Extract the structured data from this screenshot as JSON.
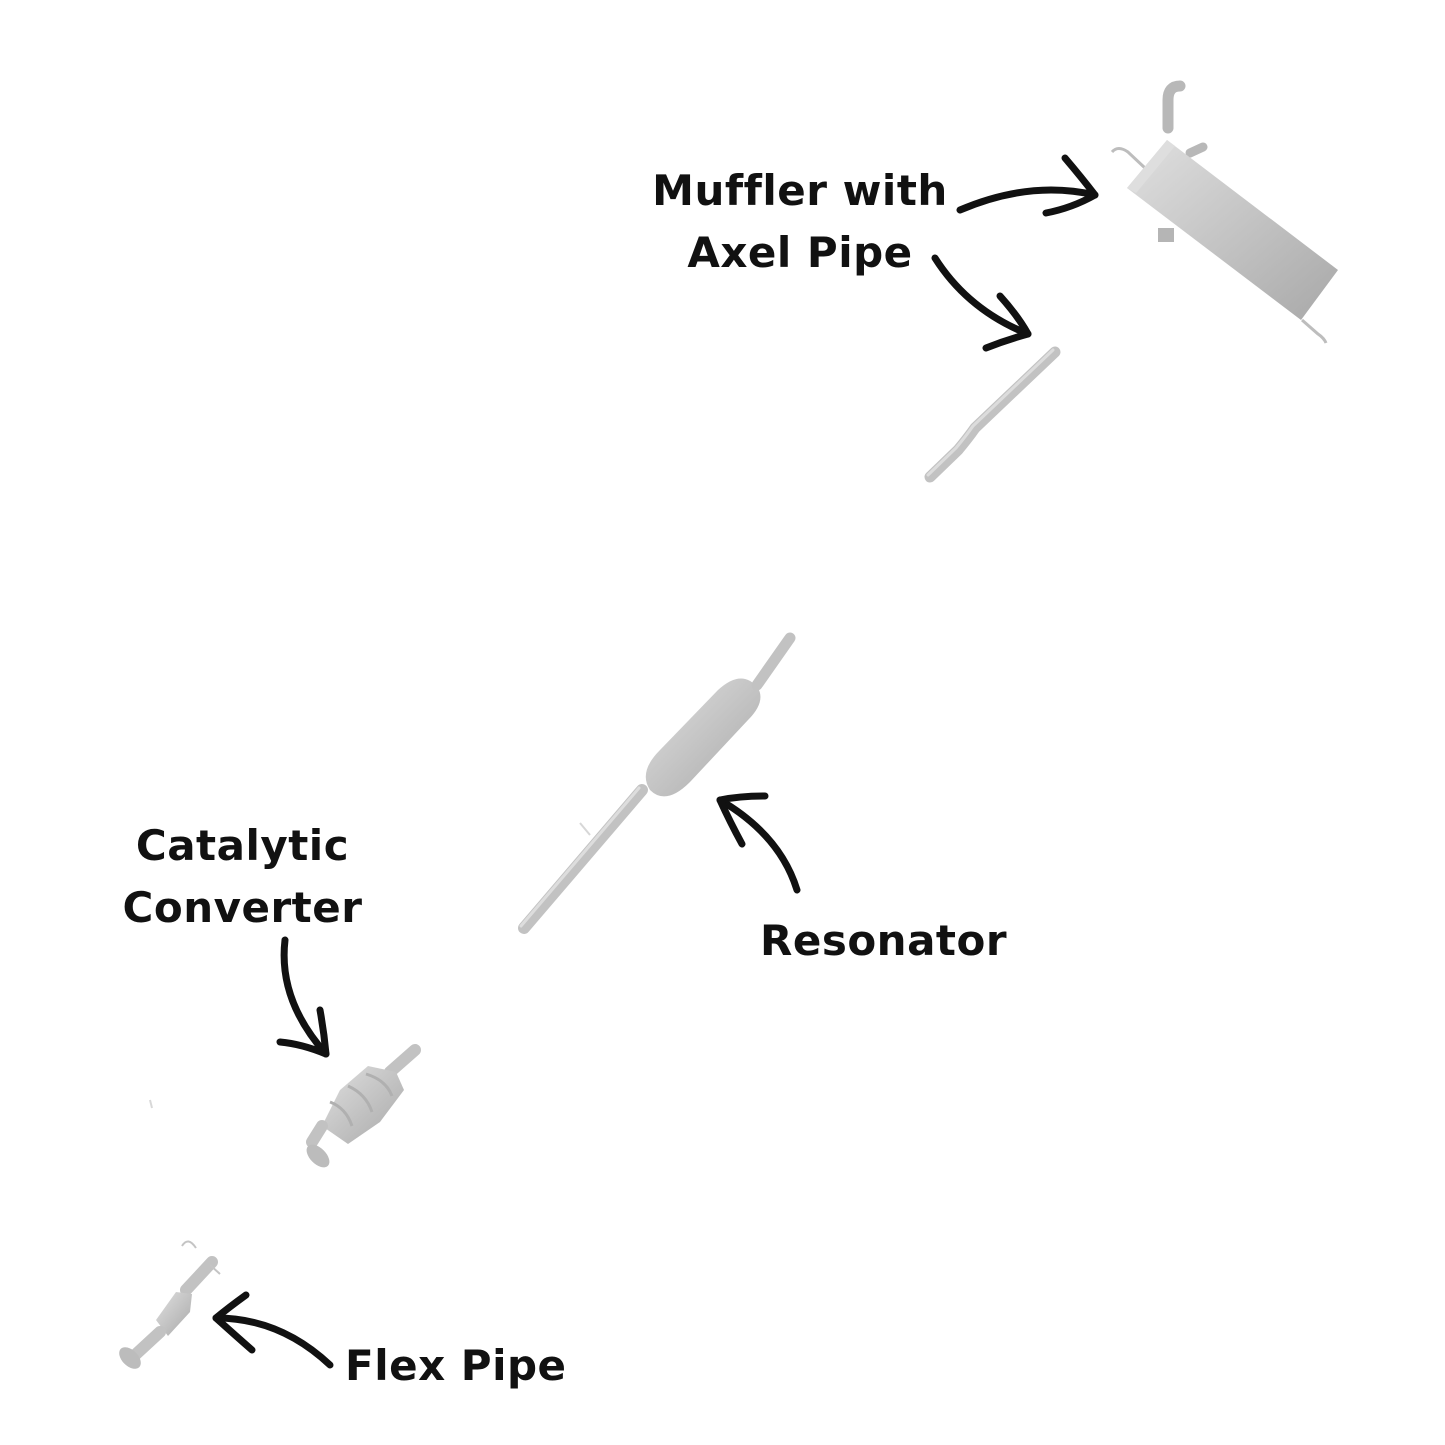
{
  "labels": {
    "muffler": {
      "line1": "Muffler with",
      "line2": "Axel Pipe"
    },
    "resonator": "Resonator",
    "catalytic": {
      "line1": "Catalytic",
      "line2": "Converter"
    },
    "flex": "Flex Pipe"
  },
  "colors": {
    "part_fill": "#c9c9c9",
    "part_shade": "#a9a9a9",
    "part_highlight": "#e2e2e2",
    "arrow": "#111111",
    "text": "#111111"
  }
}
